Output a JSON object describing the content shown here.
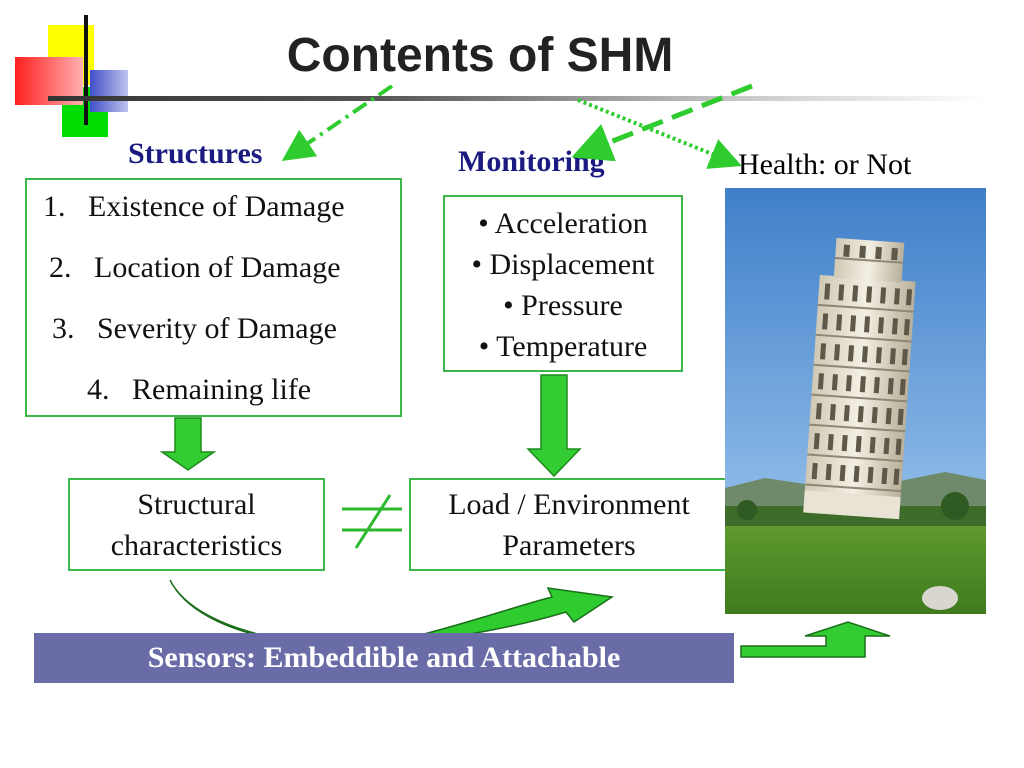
{
  "slide": {
    "title": "Contents of SHM",
    "structures": {
      "heading": "Structures",
      "items": [
        {
          "num": "1.",
          "text": "Existence of Damage"
        },
        {
          "num": "2.",
          "text": "Location of Damage"
        },
        {
          "num": "3.",
          "text": "Severity of Damage"
        },
        {
          "num": "4.",
          "text": "Remaining life"
        }
      ]
    },
    "monitoring": {
      "heading": "Monitoring",
      "items": [
        "• Acceleration",
        "• Displacement",
        "• Pressure",
        "• Temperature"
      ]
    },
    "health": {
      "label": "Health: or Not"
    },
    "structural": {
      "line1": "Structural",
      "line2": "characteristics"
    },
    "load": {
      "line1": "Load / Environment",
      "line2": "Parameters"
    },
    "sensors": {
      "label": "Sensors: Embeddible and Attachable"
    },
    "colors": {
      "heading": "#1a1a80",
      "box_border": "#3cb84a",
      "arrow_green": "#33cc33",
      "sensor_bar": "#6a6ca8",
      "neq": "#2eb82e"
    },
    "image": {
      "subject": "leaning-tower-photo"
    }
  }
}
